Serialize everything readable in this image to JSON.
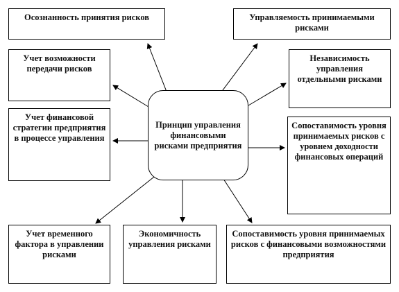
{
  "center": {
    "label": "Принцип управления финансовыми рисками предприятия"
  },
  "boxes": {
    "awareness": "Осознанность принятия рисков",
    "transfer": "Учет возможности передачи рисков",
    "strategy": "Учет финансовой стратегии предприятия в процессе управления",
    "time_factor": "Учет временного фактора в управлении рисками",
    "economy": "Экономичность управления рисками",
    "manageability": "Управляемость принимаемыми рисками",
    "independence": "Независимость управления отдельными рисками",
    "comparability_income": "Сопоставимость уровня принимаемых рисков с уровнем доходности финансовых операций",
    "comparability_capacity": "Сопоставимость уровня принимаемых рисков с финансовыми возможностями предприятия"
  }
}
